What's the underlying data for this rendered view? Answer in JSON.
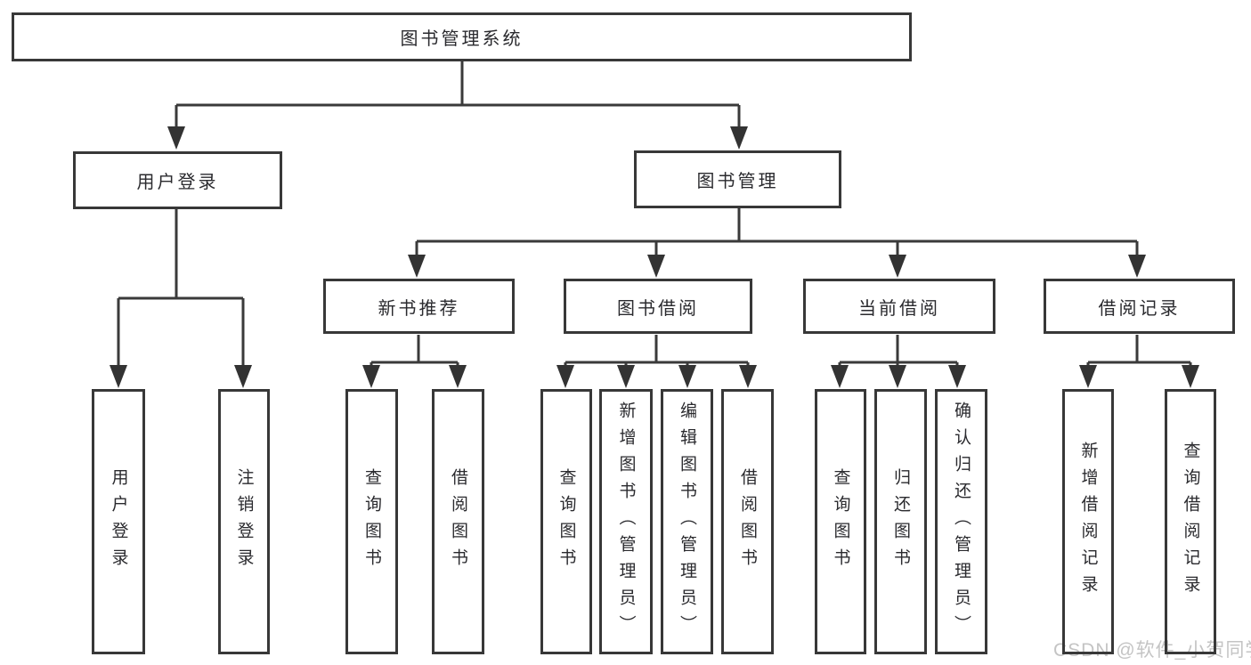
{
  "tree": {
    "root": {
      "label": "图书管理系统",
      "children": [
        {
          "label": "用户登录",
          "children": [
            {
              "label": "用户登录"
            },
            {
              "label": "注销登录"
            }
          ]
        },
        {
          "label": "图书管理",
          "children": [
            {
              "label": "新书推荐",
              "children": [
                {
                  "label": "查询图书"
                },
                {
                  "label": "借阅图书"
                }
              ]
            },
            {
              "label": "图书借阅",
              "children": [
                {
                  "label": "查询图书"
                },
                {
                  "label": "新增图书（管理员）"
                },
                {
                  "label": "编辑图书（管理员）"
                },
                {
                  "label": "借阅图书"
                }
              ]
            },
            {
              "label": "当前借阅",
              "children": [
                {
                  "label": "查询图书"
                },
                {
                  "label": "归还图书"
                },
                {
                  "label": "确认归还（管理员）"
                }
              ]
            },
            {
              "label": "借阅记录",
              "children": [
                {
                  "label": "新增借阅记录"
                },
                {
                  "label": "查询借阅记录"
                }
              ]
            }
          ]
        }
      ]
    }
  },
  "watermark": {
    "text": "CSDN @软件_小贺同学"
  },
  "colors": {
    "line": "#3a3a3a",
    "box_border": "#383838",
    "text": "#2a2a2e",
    "watermark": "#c4c4c4",
    "background": "#ffffff"
  }
}
